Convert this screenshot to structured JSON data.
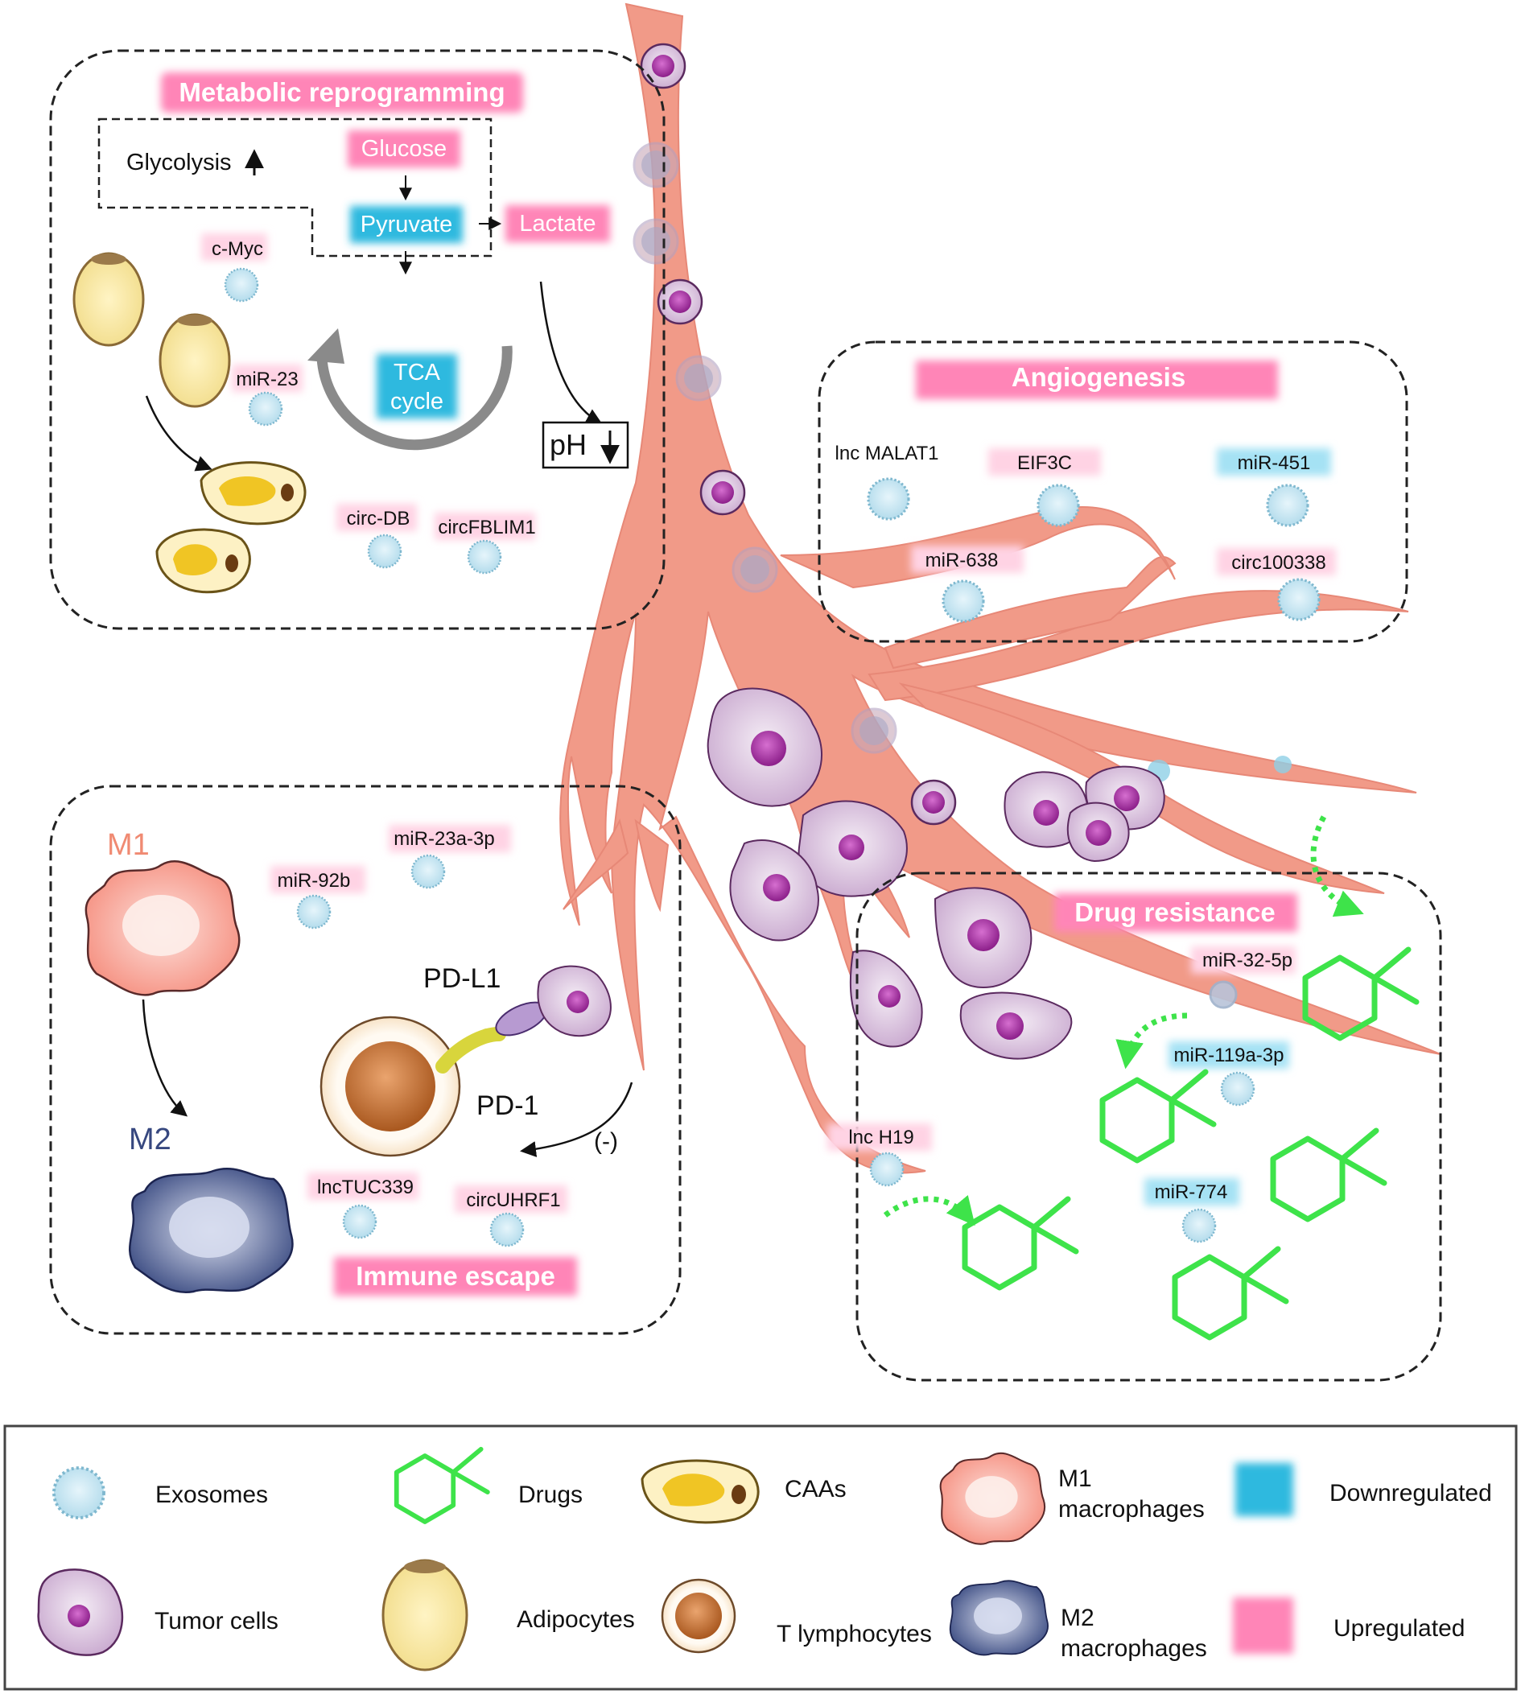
{
  "colors": {
    "upregulated": "#ff85b7",
    "downregulated": "#2db9df",
    "vessel": "#f19a88",
    "drug": "#3ee34a",
    "exosome": "#cde8f2",
    "tumor": "#dcc6e0",
    "nucleus": "#a2379f"
  },
  "panels": {
    "metabolic": {
      "title": "Metabolic reprogramming",
      "glycolysis": "Glycolysis",
      "glucose": "Glucose",
      "pyruvate": "Pyruvate",
      "lactate": "Lactate",
      "tca_line1": "TCA",
      "tca_line2": "cycle",
      "ph": "pH",
      "labels": [
        "c-Myc",
        "miR-23",
        "circ-DB",
        "circFBLIM1"
      ]
    },
    "angiogenesis": {
      "title": "Angiogenesis",
      "labels": [
        "lnc MALAT1",
        "EIF3C",
        "miR-451",
        "miR-638",
        "circ100338"
      ]
    },
    "immune": {
      "title": "Immune escape",
      "m1": "M1",
      "m2": "M2",
      "pdl1": "PD-L1",
      "pd1": "PD-1",
      "inhibit": "(-)",
      "labels": [
        "miR-23a-3p",
        "miR-92b",
        "lncTUC339",
        "circUHRF1"
      ]
    },
    "drug": {
      "title": "Drug resistance",
      "labels": [
        "miR-32-5p",
        "miR-119a-3p",
        "lnc H19",
        "miR-774"
      ]
    }
  },
  "legend": {
    "exosomes": "Exosomes",
    "drugs": "Drugs",
    "caas": "CAAs",
    "m1_line1": "M1",
    "m1_line2": "macrophages",
    "downregulated": "Downregulated",
    "tumor_cells": "Tumor cells",
    "adipocytes": "Adipocytes",
    "t_lymphocytes": "T lymphocytes",
    "m2_line1": "M2",
    "m2_line2": "macrophages",
    "upregulated": "Upregulated"
  }
}
